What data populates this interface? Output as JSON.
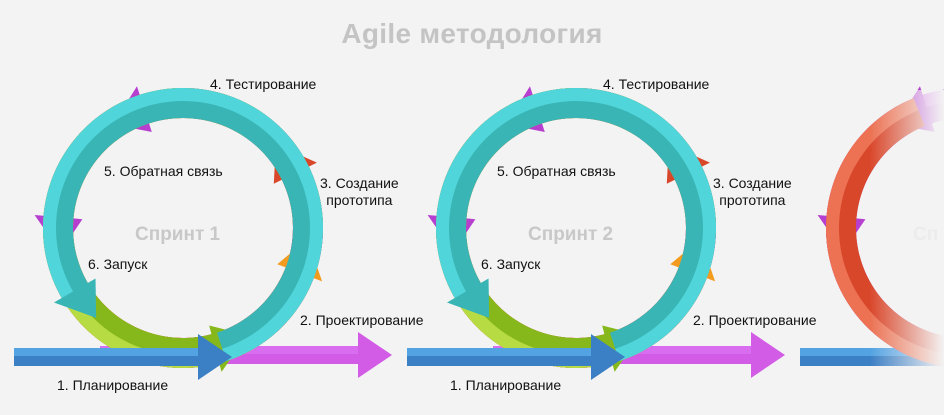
{
  "title": "Agile методология",
  "sprints": [
    {
      "name": "Спринт 1",
      "steps": {
        "planning": "1. Планирование",
        "design": "2. Проектирование",
        "prototype": "3. Создание\nпрототипа",
        "testing": "4. Тестирование",
        "feedback": "5. Обратная связь",
        "launch": "6. Запуск"
      }
    },
    {
      "name": "Спринт 2",
      "steps": {
        "planning": "1. Планирование",
        "design": "2. Проектирование",
        "prototype": "3. Создание\nпрототипа",
        "testing": "4. Тестирование",
        "feedback": "5. Обратная связь",
        "launch": "6. Запуск"
      }
    },
    {
      "name": "Сп"
    }
  ],
  "colors": {
    "title": "#c4c4c4",
    "planning": "#3b7fc4",
    "planning_light": "#56a6e6",
    "design": "#3ab5b5",
    "design_light": "#55dbe0",
    "prototype": "#86b81c",
    "prototype_light": "#bfe24a",
    "testing": "#f39b1f",
    "testing_light": "#fbc84c",
    "feedback": "#d9472b",
    "feedback_light": "#ee7a5a",
    "launch": "#b63fd0",
    "launch_light": "#d96ff0",
    "axis": "#d35ce6"
  }
}
